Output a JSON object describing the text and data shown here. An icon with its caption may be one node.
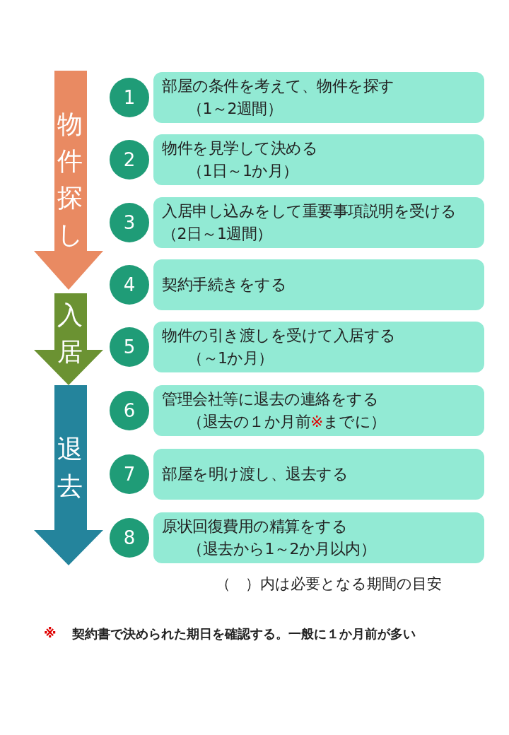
{
  "diagram": {
    "nodes": [
      {
        "text": [
          "物件探し"
        ]
      },
      {
        "text": [
          "入居"
        ]
      },
      {
        "text": [
          "退去"
        ]
      },
      {
        "text": [
          "1"
        ]
      },
      {
        "text": [
          "部屋の条件を考えて、物件を探す",
          "（1～2週間）"
        ]
      },
      {
        "text": [
          "2"
        ]
      },
      {
        "text": [
          "物件を見学して決める",
          "（1日～1か月）"
        ]
      },
      {
        "text": [
          "3"
        ]
      },
      {
        "text": [
          "入居申し込みをして重要事項説明を受ける（2日～1週間）"
        ]
      },
      {
        "text": [
          "4"
        ]
      },
      {
        "text": [
          "契約手続きをする"
        ]
      },
      {
        "text": [
          "5"
        ]
      },
      {
        "text": [
          "物件の引き渡しを受けて入居する",
          "（～1か月）"
        ]
      },
      {
        "text": [
          "6"
        ]
      },
      {
        "text": [
          "管理会社等に退去の連絡をする",
          "（退去の１か月前※までに）"
        ]
      },
      {
        "text": [
          "7"
        ]
      },
      {
        "text": [
          "部屋を明け渡し、退去する"
        ]
      },
      {
        "text": [
          "8"
        ]
      },
      {
        "text": [
          "原状回復費用の精算をする",
          "（退去から1～2か月以内）"
        ]
      }
    ],
    "labels": [
      "（　）内は必要となる期間の目安",
      "※",
      "契約書で決められた期日を確認する。一般に１か月前が多い"
    ]
  }
}
